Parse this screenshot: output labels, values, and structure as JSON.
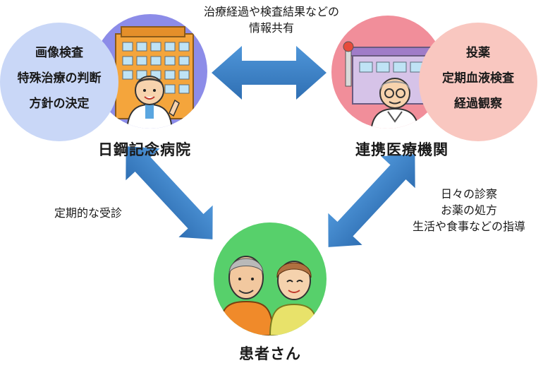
{
  "top_note": [
    "治療経過や検査結果などの",
    "情報共有"
  ],
  "hospital": {
    "name": "日鋼記念病院",
    "roles": [
      "画像検査",
      "特殊治療の判断",
      "方針の決定"
    ]
  },
  "clinic": {
    "name": "連携医療機関",
    "roles": [
      "投薬",
      "定期血液検査",
      "経過観察"
    ]
  },
  "patient": {
    "name": "患者さん"
  },
  "left_note": "定期的な受診",
  "right_note": [
    "日々の診察",
    "お薬の処方",
    "生活や食事などの指導"
  ],
  "colors": {
    "hospital_circle": "#c9d7f7",
    "hospital_bg": "#8c8ce8",
    "clinic_circle": "#f9c7c0",
    "clinic_bg": "#f18e9a",
    "patient_circle": "#57d06b",
    "arrow": "#3d83c9"
  }
}
